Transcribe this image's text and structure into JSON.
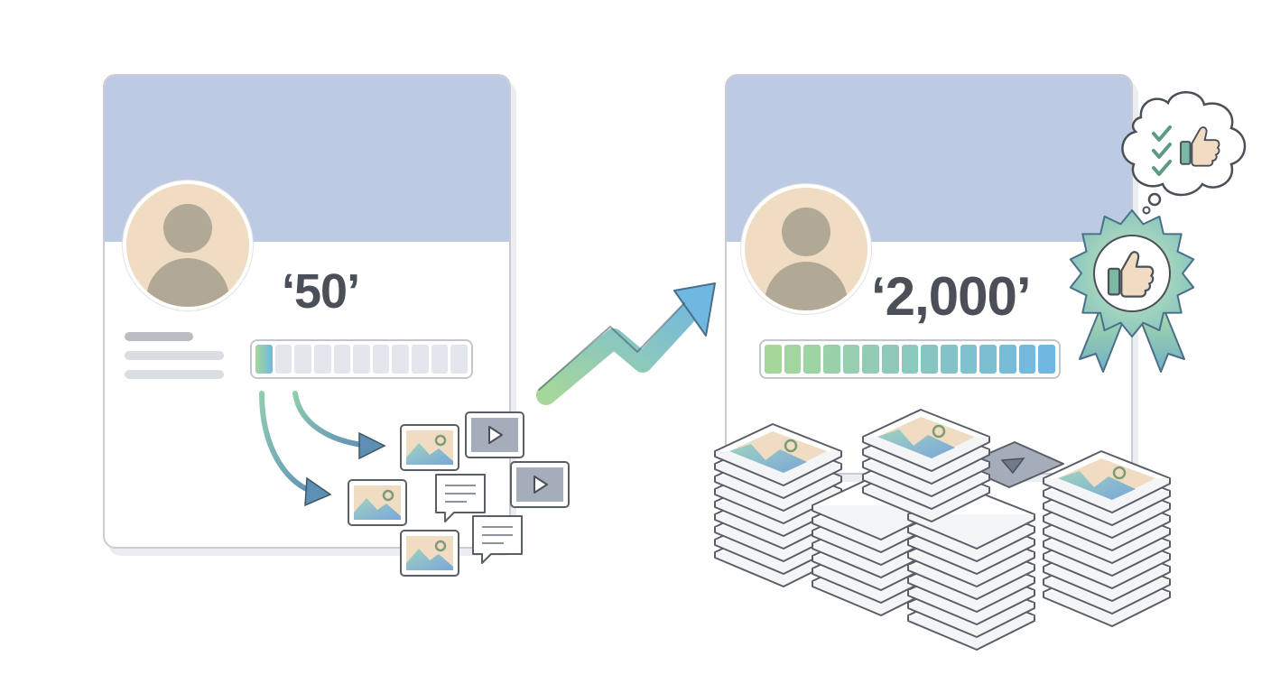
{
  "left_profile": {
    "follower_count": "‘50’",
    "progress": {
      "segments_total": 11,
      "segments_filled": 1
    }
  },
  "right_profile": {
    "follower_count": "‘2,000’",
    "progress": {
      "segments_total": 15,
      "segments_filled": 15
    }
  },
  "icons": {
    "avatar": "avatar-icon",
    "growth_arrow": "trending-up-arrow-icon",
    "flow_arrow": "curved-arrow-icon",
    "image": "image-icon",
    "video": "play-video-icon",
    "comment": "comment-bubble-icon",
    "thumbs_up": "thumbs-up-icon",
    "checklist": "checklist-icon",
    "award": "award-rosette-icon"
  },
  "colors": {
    "banner": "#bccbe3",
    "avatar_bg": "#efdcc3",
    "avatar_figure": "#b1a896",
    "count_text": "#4a4f58",
    "progress_start": "#a6d79a",
    "progress_end": "#70b8e2",
    "segment_empty": "#e3e6ec"
  }
}
